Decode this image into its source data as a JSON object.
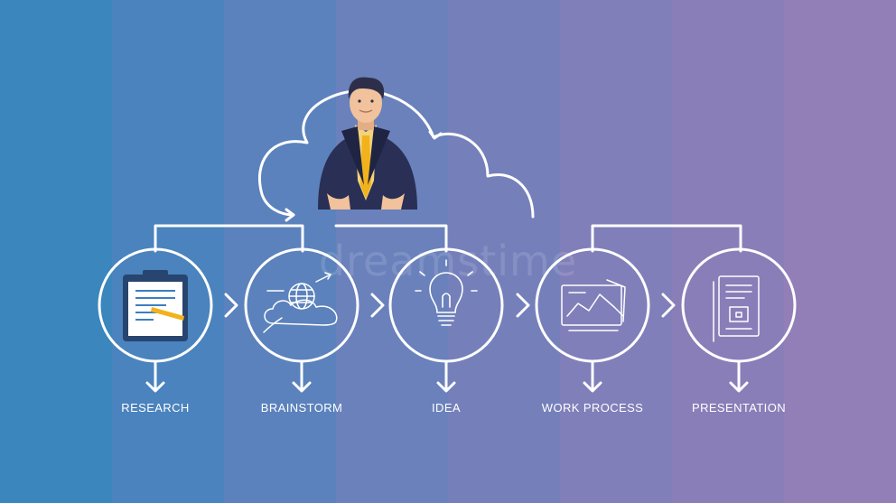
{
  "background": {
    "bands": [
      "#3a86bd",
      "#4a83bd",
      "#5b82bc",
      "#6a81bc",
      "#7580bb",
      "#817fb9",
      "#8a7eb8",
      "#927fb8"
    ]
  },
  "colors": {
    "line": "#ffffff",
    "suit": "#2a2f55",
    "tie": "#f2b21c",
    "skin": "#f1c29c",
    "hair": "#2d2f4a",
    "clipboard": "#27456e",
    "paper": "#ffffff",
    "text_lines": "#3b7fc1",
    "pencil": "#f2b21c"
  },
  "watermark": "dreamstime",
  "center_figure": {
    "icon": "businessman-icon"
  },
  "steps": [
    {
      "label": "RESEARCH",
      "icon": "clipboard-icon"
    },
    {
      "label": "BRAINSTORM",
      "icon": "globe-cloud-icon"
    },
    {
      "label": "IDEA",
      "icon": "lightbulb-icon"
    },
    {
      "label": "WORK PROCESS",
      "icon": "chart-board-icon"
    },
    {
      "label": "PRESENTATION",
      "icon": "document-icon"
    }
  ]
}
